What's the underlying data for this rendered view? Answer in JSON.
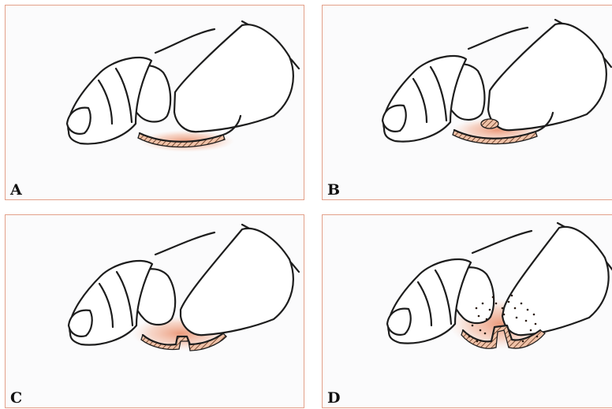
{
  "figure": {
    "panels": [
      {
        "id": "A",
        "label": "A"
      },
      {
        "id": "B",
        "label": "B"
      },
      {
        "id": "C",
        "label": "C"
      },
      {
        "id": "D",
        "label": "D"
      }
    ]
  },
  "colors": {
    "panel_border": "#e3a089",
    "highlight": "#e88a66",
    "line": "#1d1d1d"
  }
}
